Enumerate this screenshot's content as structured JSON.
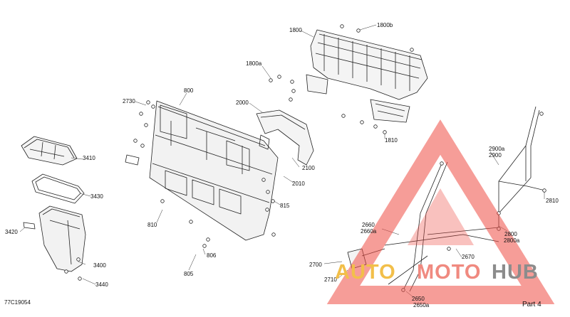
{
  "labels": {
    "l1800": "1800",
    "l1800b": "1800b",
    "l1800a": "1800a",
    "l2730": "2730",
    "l800": "800",
    "l2000": "2000",
    "l1810": "1810",
    "l3410": "3410",
    "l2100": "2100",
    "l2010": "2010",
    "l3430": "3430",
    "l815": "815",
    "l810": "810",
    "l3420": "3420",
    "l806": "806",
    "l805": "805",
    "l3400": "3400",
    "l3440": "3440",
    "l2900a": "2900a",
    "l2900": "2900",
    "l2810": "2810",
    "l2660": "2660",
    "l2660a": "2660a",
    "l2800": "2800",
    "l2800a": "2800a",
    "l2670": "2670",
    "l2700": "2700",
    "l2710": "2710",
    "l2650": "2650",
    "l2650a": "2650a"
  },
  "reference_code": "77C19054",
  "page_label": "Part 4",
  "watermark": {
    "word1": "AUTO",
    "word2": "MOTO",
    "word3": "HUB",
    "colors": {
      "triangle": "#ee4c44",
      "auto": "#f2bf4a",
      "moto": "#f08a80",
      "hub": "#8c8c8c"
    }
  }
}
